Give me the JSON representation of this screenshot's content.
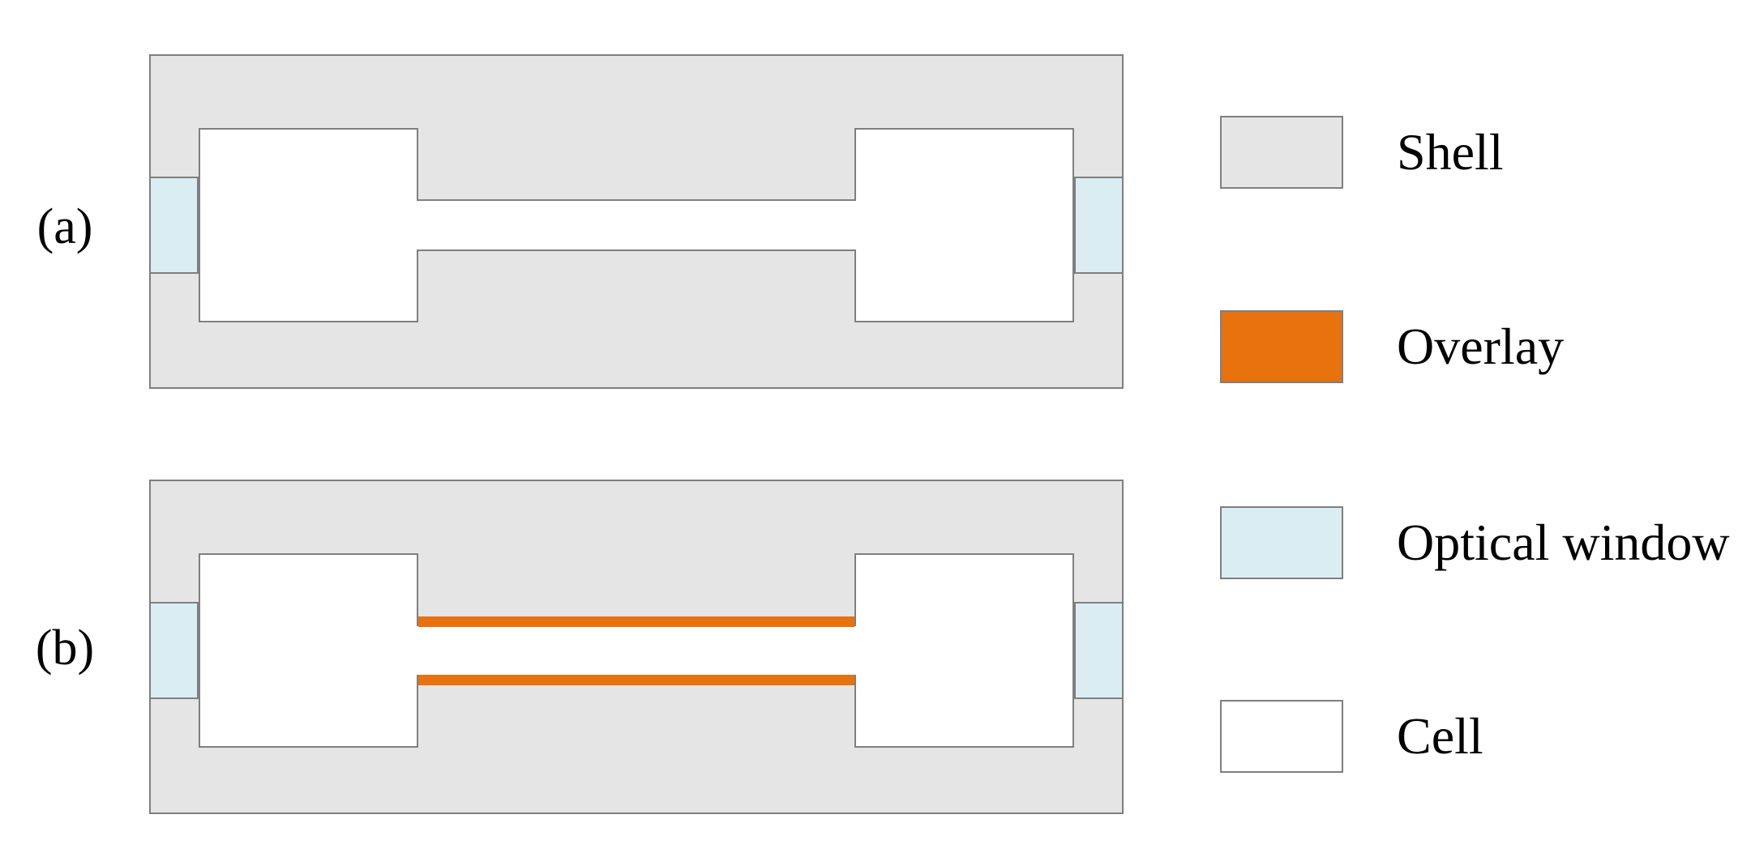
{
  "figures": {
    "a": {
      "label": "(a)"
    },
    "b": {
      "label": "(b)"
    }
  },
  "legend": {
    "items": [
      {
        "name": "shell",
        "label": "Shell",
        "color": "#E5E5E5"
      },
      {
        "name": "overlay",
        "label": "Overlay",
        "color": "#E8720E"
      },
      {
        "name": "optical-window",
        "label": "Optical window",
        "color": "#DAEDF3"
      },
      {
        "name": "cell",
        "label": "Cell",
        "color": "#FFFFFF"
      }
    ]
  },
  "colors": {
    "shell": "#E5E5E5",
    "overlay": "#E8720E",
    "optical_window": "#DAEDF3",
    "cell": "#FFFFFF",
    "border": "#7F7F7F",
    "background": "#FFFFFF",
    "text": "#000000"
  }
}
